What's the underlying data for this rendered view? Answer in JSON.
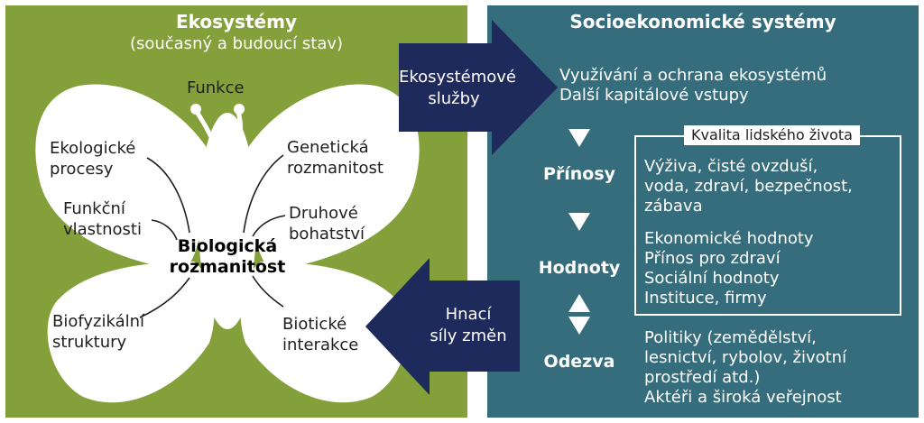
{
  "ecosystems": {
    "title": "Ekosystémy",
    "subtitle": "(současný a budoucí stav)",
    "function_label": "Funkce",
    "center_line1": "Biologická",
    "center_line2": "rozmanitost",
    "wing_labels": {
      "ecological_processes": [
        "Ekologické",
        "procesy"
      ],
      "functional_properties": [
        "Funkční",
        "vlastnosti"
      ],
      "biophysical_structures": [
        "Biofyzikální",
        "struktury"
      ],
      "genetic_diversity": [
        "Genetická",
        "rozmanitost"
      ],
      "species_richness": [
        "Druhové",
        "bohatství"
      ],
      "biotic_interactions": [
        "Biotické",
        "interakce"
      ]
    }
  },
  "arrows": {
    "services": [
      "Ekosystémové",
      "služby"
    ],
    "drivers": [
      "Hnací",
      "síly změn"
    ]
  },
  "socioeconomic": {
    "title": "Socioekonomické systémy",
    "top_lines": [
      "Využívání a ochrana ekosystémů",
      "Další kapitálové vstupy"
    ],
    "stages": {
      "benefits": "Přínosy",
      "values": "Hodnoty",
      "response": "Odezva"
    },
    "quality_title": "Kvalita lidského života",
    "benefits_lines": [
      "Výživa, čisté ovzduší,",
      "voda, zdraví, bezpečnost,",
      "zábava"
    ],
    "values_lines": [
      "Ekonomické hodnoty",
      "Přínos pro zdraví",
      "Sociální hodnoty",
      "Instituce, firmy"
    ],
    "response_lines": [
      "Politiky (zemědělství,",
      "lesnictví, rybolov, životní",
      "prostředí atd.)",
      "Aktéři a široká veřejnost"
    ]
  },
  "colors": {
    "eco_green": "#84a03a",
    "socio_teal": "#356d7d",
    "arrow_navy": "#1f2a5c",
    "butterfly": "#ffffff"
  }
}
